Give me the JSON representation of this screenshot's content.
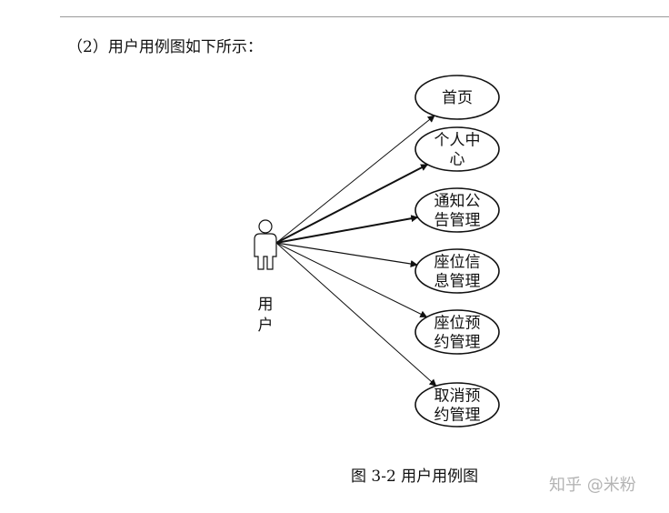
{
  "document": {
    "intro_text": "（2）用户用例图如下所示：",
    "caption": "图 3-2 用户用例图",
    "watermark": "知乎 @米粉"
  },
  "diagram": {
    "actor": {
      "name_lines": [
        "用",
        "户"
      ],
      "icon": "stick-figure-actor-icon"
    },
    "use_cases": [
      {
        "id": "home",
        "lines": [
          "首页"
        ]
      },
      {
        "id": "personal-center",
        "lines": [
          "个人中",
          "心"
        ]
      },
      {
        "id": "notice-management",
        "lines": [
          "通知公",
          "告管理"
        ]
      },
      {
        "id": "seat-info-management",
        "lines": [
          "座位信",
          "息管理"
        ]
      },
      {
        "id": "seat-reservation-management",
        "lines": [
          "座位预",
          "约管理"
        ]
      },
      {
        "id": "cancel-reservation-management",
        "lines": [
          "取消预",
          "约管理"
        ]
      }
    ],
    "colors": {
      "stroke": "#111111",
      "text": "#111111",
      "rule": "#9a9a9a",
      "watermark": "#b4b4b4"
    }
  }
}
